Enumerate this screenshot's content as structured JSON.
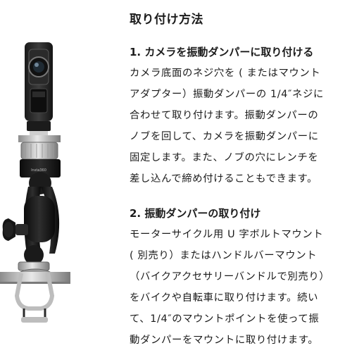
{
  "title": "取り付け方法",
  "product_label": "Insta360",
  "steps": [
    {
      "heading": "1. カメラを振動ダンパーに取り付ける",
      "lines": [
        "カメラ底面のネジ穴を ( またはマウント",
        "アダプター）振動ダンパーの 1/4″ネジに",
        "合わせて取り付けます。振動ダンパーの",
        "ノブを回して、カメラを振動ダンパーに",
        "固定します。また、ノブの穴にレンチを",
        "差し込んで締め付けることもできます。"
      ]
    },
    {
      "heading": "2. 振動ダンパーの取り付け",
      "lines": [
        "モーターサイクル用 U 字ボルトマウント",
        "( 別売り）またはハンドルバーマウント",
        "（バイクアクセサリーバンドルで別売り）",
        "をバイクや自転車に取り付けます。続い",
        "て、1/4″のマウントポイントを使って振",
        "動ダンパーをマウントに取り付けます。"
      ]
    }
  ]
}
